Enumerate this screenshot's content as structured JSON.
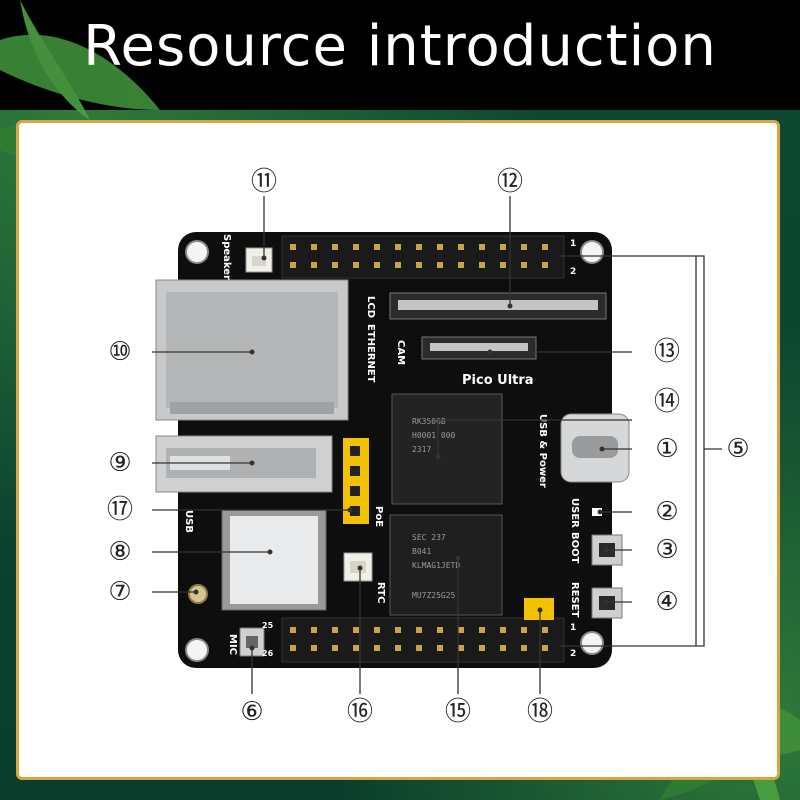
{
  "header": {
    "title": "Resource introduction"
  },
  "board": {
    "silkscreen": {
      "speaker": "Speaker",
      "lcd": "LCD",
      "ethernet": "ETHERNET",
      "cam": "CAM",
      "product": "Pico Ultra",
      "usb_power": "USB & Power",
      "user": "USER",
      "boot": "BOOT",
      "reset": "RESET",
      "poe": "PoE",
      "usb": "USB",
      "rtc": "RTC",
      "mic": "MIC",
      "pin25": "25",
      "pin26": "26",
      "pin1_top": "1",
      "pin2_top": "2",
      "pin1_bot": "1",
      "pin2_bot": "2"
    },
    "chips": {
      "soc": [
        "RK3506B",
        "H0001 000",
        "2317"
      ],
      "ram": [
        "SEC 237",
        "B041",
        "KLMAG1JETD",
        "MU7Z25G25"
      ]
    }
  },
  "callouts": [
    {
      "num": "①"
    },
    {
      "num": "②"
    },
    {
      "num": "③"
    },
    {
      "num": "④"
    },
    {
      "num": "⑤"
    },
    {
      "num": "⑥"
    },
    {
      "num": "⑦"
    },
    {
      "num": "⑧"
    },
    {
      "num": "⑨"
    },
    {
      "num": "⑩"
    },
    {
      "num": "⑪"
    },
    {
      "num": "⑫"
    },
    {
      "num": "⑬"
    },
    {
      "num": "⑭"
    },
    {
      "num": "⑮"
    },
    {
      "num": "⑯"
    },
    {
      "num": "⑰"
    },
    {
      "num": "⑱"
    }
  ]
}
